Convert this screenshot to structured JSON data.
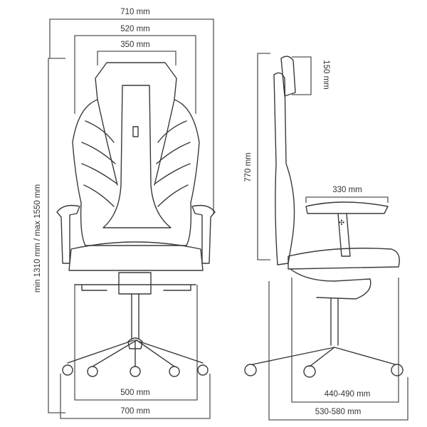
{
  "front_view": {
    "overall_width": "710 mm",
    "backrest_width": "520 mm",
    "headrest_width": "350 mm",
    "height_range": "min 1310 mm / max 1550 mm",
    "seat_base_width": "500 mm",
    "base_width": "700 mm"
  },
  "side_view": {
    "headrest_height": "150 mm",
    "backrest_height": "770 mm",
    "armrest_length": "330 mm",
    "seat_depth": "440-490 mm",
    "base_depth": "530-580 mm"
  }
}
